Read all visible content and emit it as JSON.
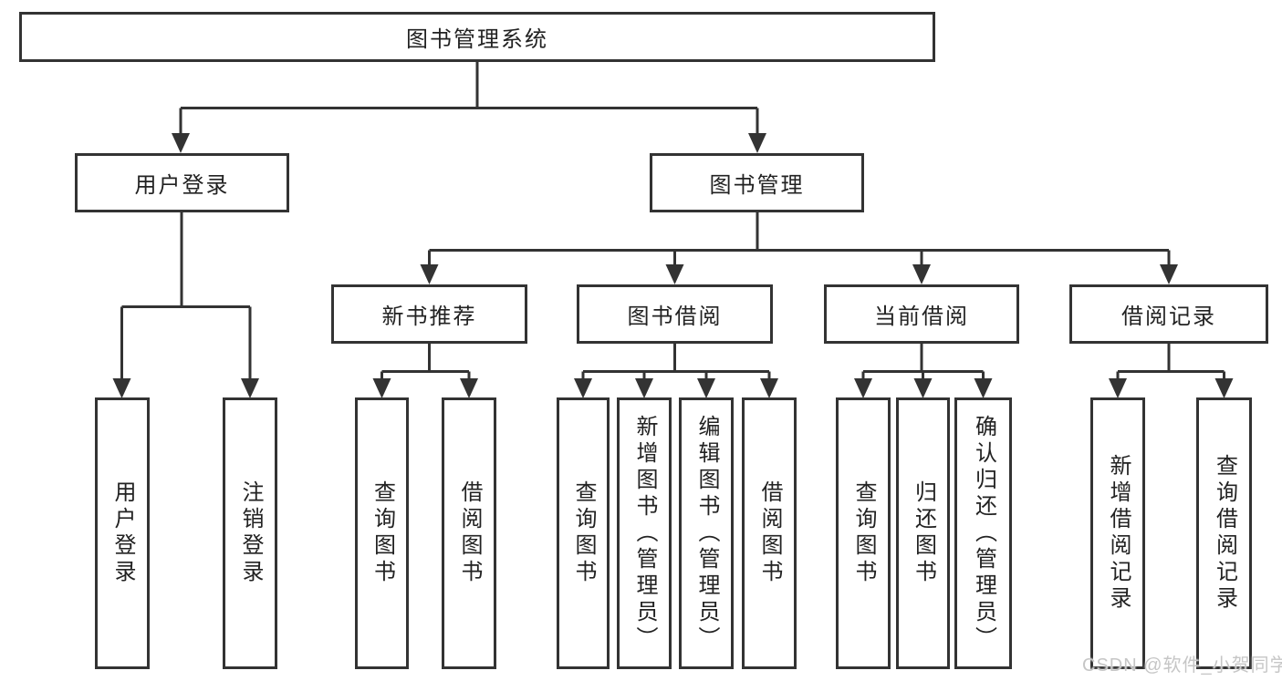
{
  "tree": {
    "root": "图书管理系统",
    "children": [
      {
        "label": "用户登录",
        "children": [
          "用户登录",
          "注销登录"
        ]
      },
      {
        "label": "图书管理",
        "children": [
          {
            "label": "新书推荐",
            "children": [
              "查询图书",
              "借阅图书"
            ]
          },
          {
            "label": "图书借阅",
            "children": [
              "查询图书",
              "新增图书（管理员）",
              "编辑图书（管理员）",
              "借阅图书"
            ]
          },
          {
            "label": "当前借阅",
            "children": [
              "查询图书",
              "归还图书",
              "确认归还（管理员）"
            ]
          },
          {
            "label": "借阅记录",
            "children": [
              "新增借阅记录",
              "查询借阅记录"
            ]
          }
        ]
      }
    ]
  },
  "watermark": "CSDN @软件_小贺同学",
  "colors": {
    "lines": "#333333",
    "text": "#222222",
    "watermark": "#c6c6c6"
  }
}
